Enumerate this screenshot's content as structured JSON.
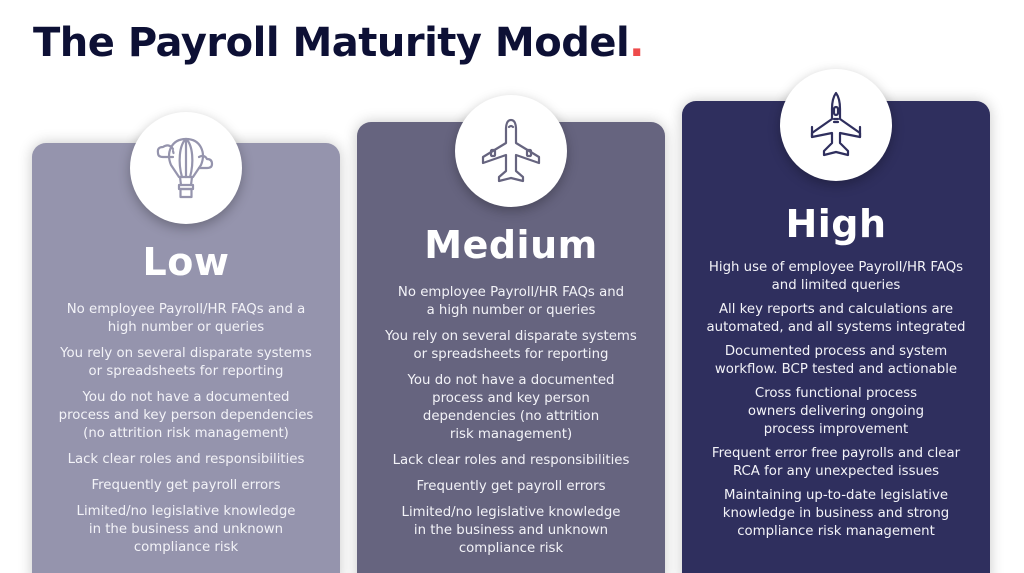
{
  "title": {
    "text": "The Payroll Maturity Model",
    "dot": ".",
    "dot_color": "#ee4b4b",
    "color": "#0d1035"
  },
  "levels": [
    {
      "name": "Low",
      "icon": "hot-air-balloon-icon",
      "color": "#9594ad",
      "items": [
        "No employee Payroll/HR FAQs and a\nhigh number or queries",
        "You rely on several disparate systems\nor spreadsheets for reporting",
        "You do not have a documented\nprocess and key person dependencies\n(no attrition risk management)",
        "Lack clear roles and responsibilities",
        "Frequently get payroll errors",
        "Limited/no legislative knowledge\nin the business and unknown\ncompliance risk"
      ]
    },
    {
      "name": "Medium",
      "icon": "airplane-icon",
      "color": "#66647f",
      "items": [
        "No employee Payroll/HR FAQs and\na high number or queries",
        "You rely on several disparate systems\nor spreadsheets for reporting",
        "You do not have a documented\nprocess and key person\ndependencies (no attrition\nrisk management)",
        "Lack clear roles and responsibilities",
        "Frequently get payroll errors",
        "Limited/no legislative knowledge\nin the business and unknown\ncompliance risk"
      ]
    },
    {
      "name": "High",
      "icon": "fighter-jet-icon",
      "color": "#2f2f5e",
      "items": [
        "High use of employee Payroll/HR FAQs\nand limited queries",
        "All key reports and calculations are\nautomated, and all systems integrated",
        "Documented process and system\nworkflow. BCP tested and actionable",
        "Cross functional process\nowners delivering ongoing\nprocess improvement",
        "Frequent error free payrolls and clear\nRCA for any unexpected issues",
        "Maintaining up-to-date legislative\nknowledge in business and strong\ncompliance risk management"
      ]
    }
  ]
}
